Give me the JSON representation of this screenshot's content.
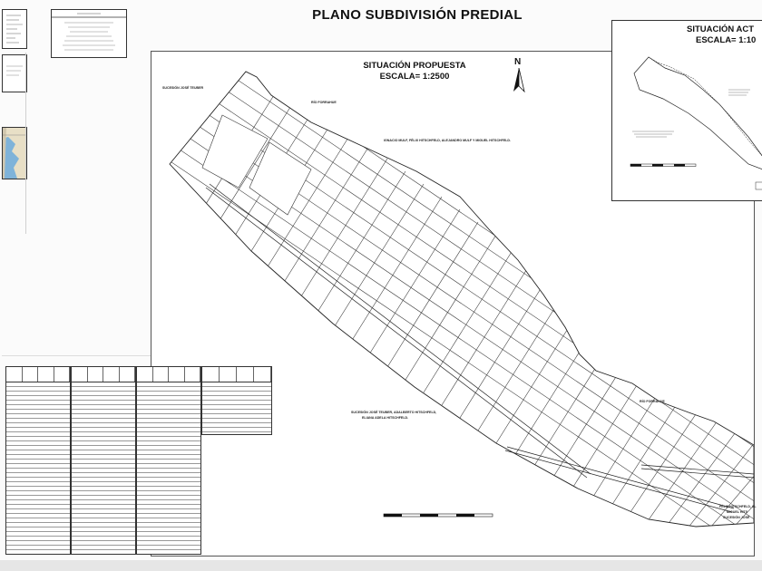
{
  "title": "PLANO SUBDIVISIÓN PREDIAL",
  "main_plan": {
    "heading": "SITUACIÓN PROPUESTA",
    "scale": "ESCALA= 1:2500",
    "north_symbol": "N",
    "labels": {
      "neighbor_top_left": "SUCESIÓN JOSÉ TEUBER",
      "river_top": "RÍO FORRAHUE",
      "owners_center": "IGNACIO MULF, FÉLIX HITSCHFELD, ALEJANDRO MULF Y MIGUEL HITSCHFELD.",
      "neighbor_bottom": "SUCESIÓN JOSÉ TEUBER, ADALBERTO HITSCHFELD,",
      "neighbor_bottom_2": "ELIANA ADELA HITSCHFELD.",
      "river_right": "RÍO FORRAHUE",
      "owners_bottom_right_1": "FÉLIX HITSCHFELD, AL",
      "owners_bottom_right_2": "MIGUEL HITS",
      "owners_bottom_right_3": "SUCESIÓN JOSÉ"
    }
  },
  "current_situation": {
    "heading": "SITUACIÓN ACT",
    "scale": "ESCALA= 1:10"
  },
  "line_color": "#222222",
  "map_colors": {
    "land": "#e8dfc6",
    "water": "#7fb3d9"
  }
}
